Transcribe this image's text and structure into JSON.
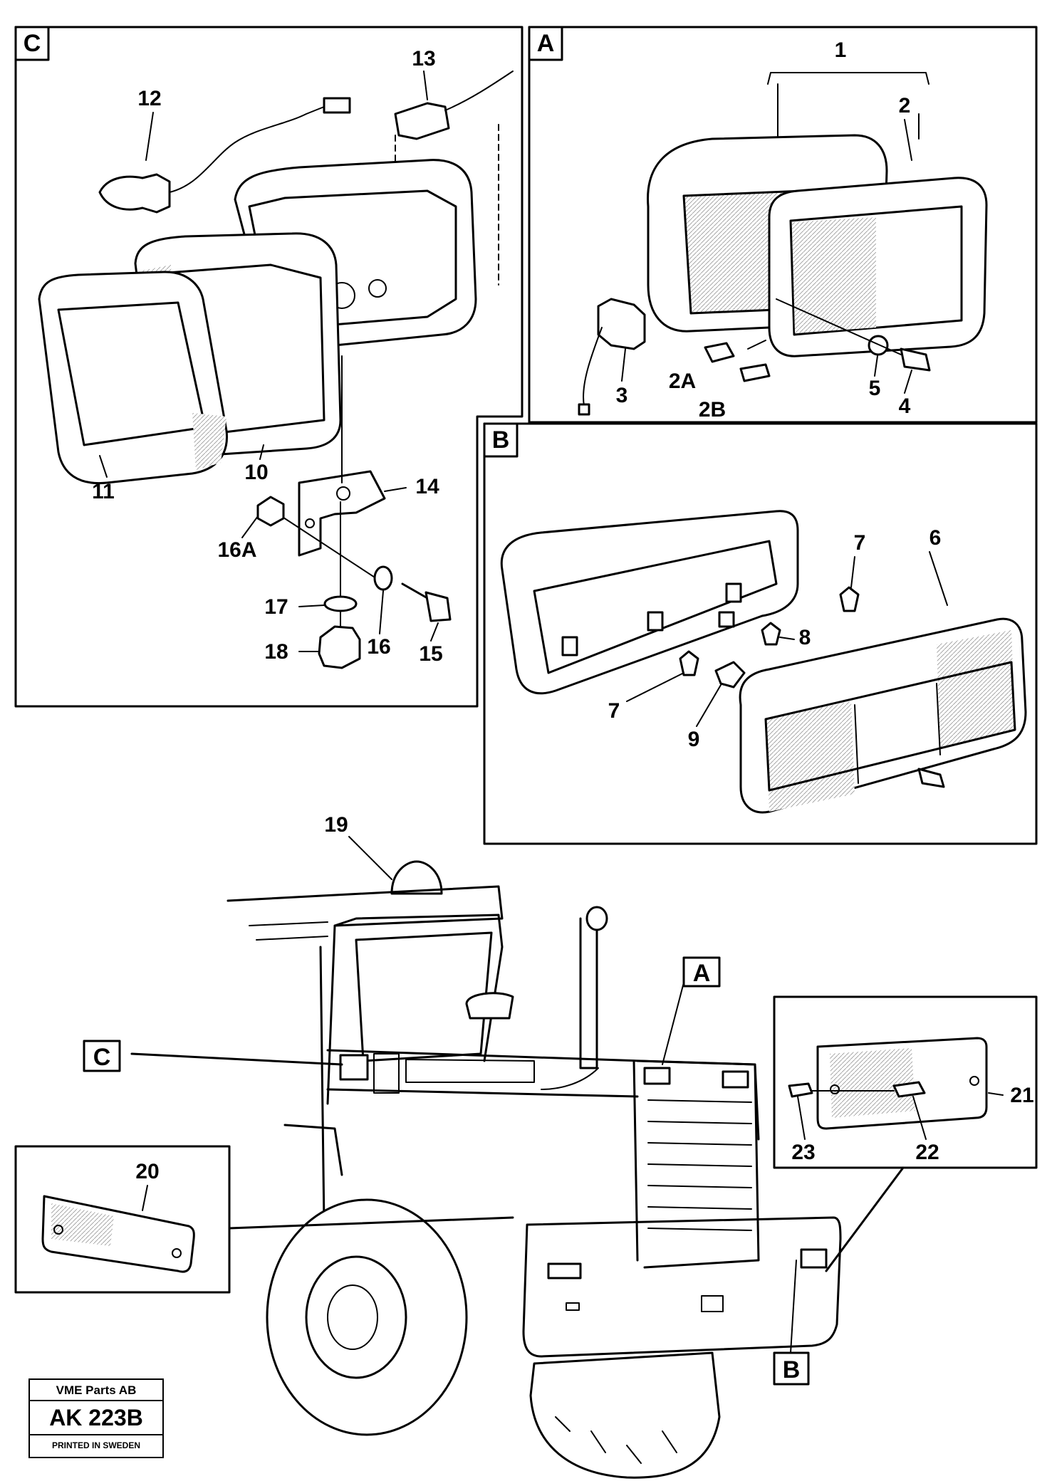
{
  "panels": {
    "C": {
      "tag": "C"
    },
    "A": {
      "tag": "A"
    },
    "B": {
      "tag": "B"
    }
  },
  "callouts": {
    "c1": "1",
    "c2": "2",
    "c2a": "2A",
    "c2b": "2B",
    "c3": "3",
    "c4": "4",
    "c5": "5",
    "c6": "6",
    "c7a": "7",
    "c7b": "7",
    "c8": "8",
    "c9": "9",
    "c10": "10",
    "c11": "11",
    "c12": "12",
    "c13": "13",
    "c14": "14",
    "c15": "15",
    "c16": "16",
    "c16a": "16A",
    "c17": "17",
    "c18": "18",
    "c19": "19",
    "c20": "20",
    "c21": "21",
    "c22": "22",
    "c23": "23"
  },
  "locator_tags": {
    "A": "A",
    "B": "B",
    "C": "C"
  },
  "title_block": {
    "company": "VME Parts AB",
    "code": "AK 223B",
    "printed": "PRINTED IN SWEDEN"
  }
}
